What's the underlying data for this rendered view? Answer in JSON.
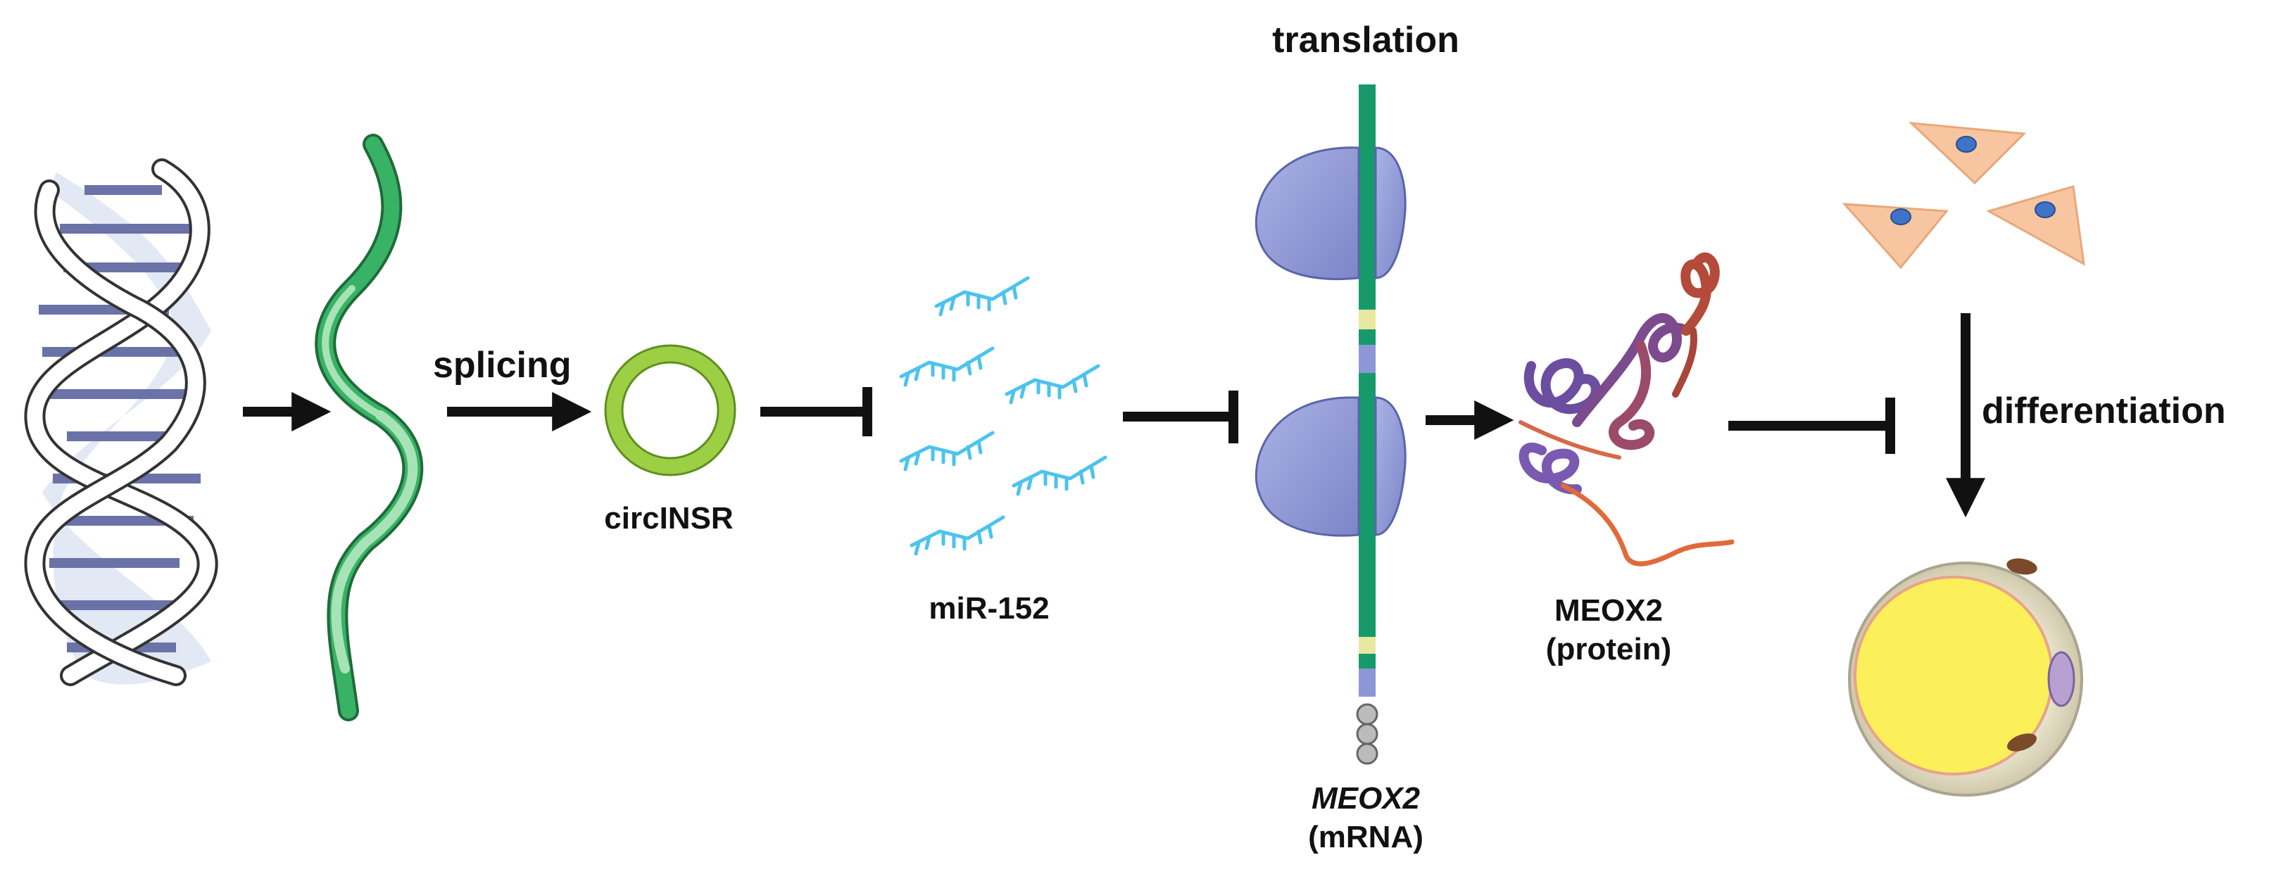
{
  "labels": {
    "splicing": "splicing",
    "circinsr": "circINSR",
    "mir152": "miR-152",
    "translation": "translation",
    "meox2_gene": "MEOX2",
    "mrna": "(mRNA)",
    "meox2_protein_name": "MEOX2",
    "protein": "(protein)",
    "differentiation": "differentiation"
  },
  "colors": {
    "dna_backbone": "#ffffff",
    "dna_shade": "#c9d3ea",
    "dna_rungs": "#6a72a8",
    "rna_strand": "#2fa35a",
    "rna_light": "#9fdeb0",
    "circ_ring": "#9ccf44",
    "mirna": "#4cc3ee",
    "ribosome": "#8d97d6",
    "mrna_strand": "#169a6c",
    "protein_purple": "#6b4ea0",
    "protein_red": "#b44a3a",
    "cell_pink": "#f7c6a0",
    "cell_nucleus": "#3f73c6",
    "adipocyte_outer": "#e2ddc6",
    "lipid_droplet": "#fbf05a",
    "arrow": "#111111"
  }
}
